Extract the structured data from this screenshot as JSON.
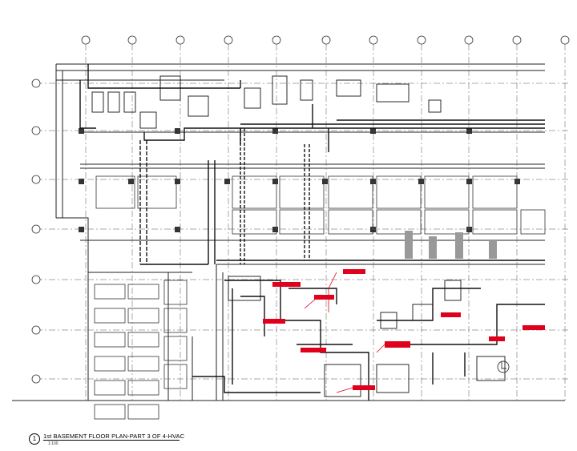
{
  "drawing": {
    "title": "1st BASEMENT FLOOR PLAN-PART 3 OF 4-HVAC",
    "drawing_number": "1",
    "scale": "1:100",
    "duct_color": "#111111",
    "grid_color": "#555555",
    "highlight_color": "#e0001b"
  },
  "grid": {
    "columns": [
      "",
      "",
      "",
      "",
      "",
      "",
      "",
      "",
      "",
      "",
      ""
    ],
    "rows": [
      "",
      "",
      "",
      "",
      "",
      "",
      ""
    ]
  },
  "annotations": {
    "tags": [
      "",
      "",
      "",
      "",
      "",
      "",
      "",
      "",
      "",
      ""
    ],
    "note_line": "",
    "direction_label_1": "",
    "direction_label_2": ""
  }
}
